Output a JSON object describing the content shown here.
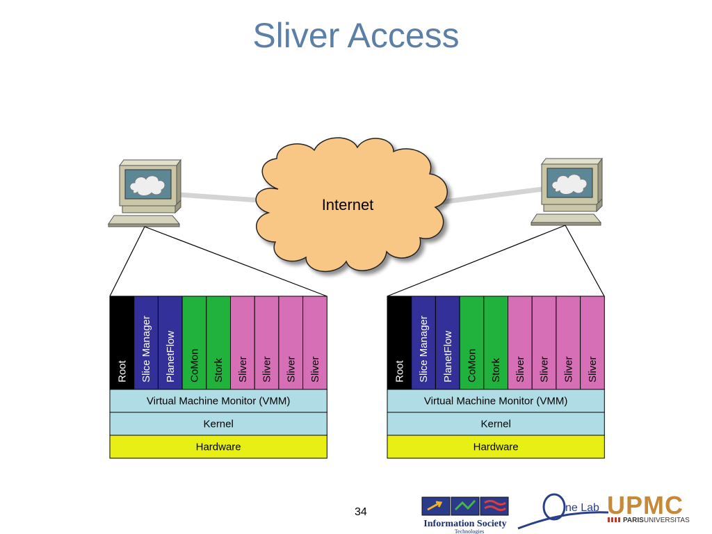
{
  "title": "Sliver Access",
  "cloud_label": "Internet",
  "stack": {
    "slivers": [
      {
        "label": "Root",
        "fill": "#000000",
        "text": "#ffffff"
      },
      {
        "label": "Slice Manager",
        "fill": "#33309a",
        "text": "#ffffff"
      },
      {
        "label": "PlanetFlow",
        "fill": "#33309a",
        "text": "#ffffff"
      },
      {
        "label": "CoMon",
        "fill": "#20b23c",
        "text": "#000000"
      },
      {
        "label": "Stork",
        "fill": "#20b23c",
        "text": "#000000"
      },
      {
        "label": "Sliver",
        "fill": "#d66fb6",
        "text": "#000000"
      },
      {
        "label": "Sliver",
        "fill": "#d66fb6",
        "text": "#000000"
      },
      {
        "label": "Sliver",
        "fill": "#d66fb6",
        "text": "#000000"
      },
      {
        "label": "Sliver",
        "fill": "#d66fb6",
        "text": "#000000"
      }
    ],
    "layers": [
      {
        "label": "Virtual Machine Monitor (VMM)",
        "fill": "#b0dde5"
      },
      {
        "label": "Kernel",
        "fill": "#b0dde5"
      },
      {
        "label": "Hardware",
        "fill": "#e8ef14"
      }
    ]
  },
  "page_number": "34",
  "logos": {
    "ist_text": "Information Society",
    "ist_subtext": "Technologies",
    "onelab_text": "ne Lab",
    "upmc_text": "UPMC",
    "upmc_sub_bold": "PARIS",
    "upmc_sub": "UNIVERSITAS"
  },
  "colors": {
    "title": "#5b7fa6",
    "cloud": "#f9c785",
    "monitor": "#c9c7a8",
    "screen": "#5e8795"
  }
}
